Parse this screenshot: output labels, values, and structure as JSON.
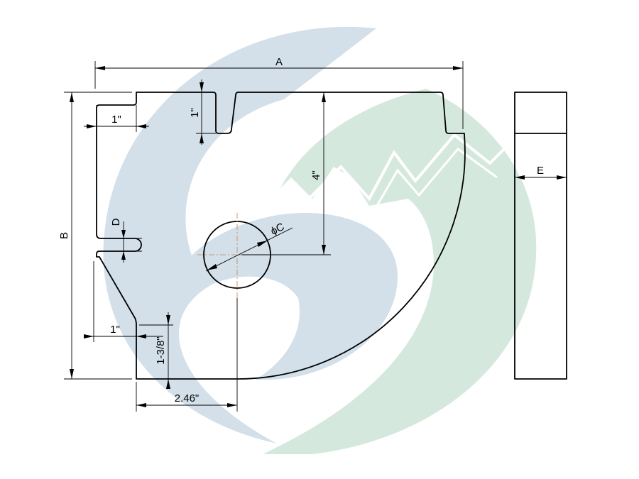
{
  "colors": {
    "watermark_blue": "#d3e0ea",
    "watermark_green": "#d5e8de",
    "line": "#000000",
    "centerline": "#c8824a"
  },
  "watermark": {
    "icon": "logo-watermark"
  },
  "labels": {
    "dim_a": "A",
    "dim_b": "B",
    "dim_c": "ϕC",
    "dim_d": "D",
    "dim_e": "E",
    "slot_width_top": "1\"",
    "slot_depth_top": "1\"",
    "notch_depth": "1\"",
    "notch_height": "1-3/8\"",
    "bottom_offset": "2.46\"",
    "hole_height": "4\""
  }
}
